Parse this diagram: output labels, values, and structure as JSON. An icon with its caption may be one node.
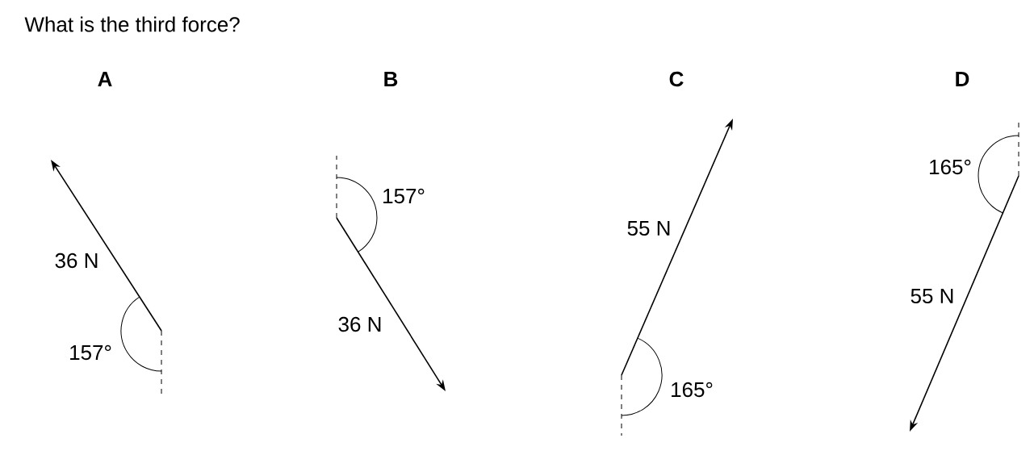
{
  "diagram": {
    "title": "What is the third force?",
    "labels": [
      "A",
      "B",
      "C",
      "D",
      "36 N",
      "157°",
      "157°",
      "36 N",
      "55 N",
      "165°",
      "165°",
      "55 N"
    ]
  }
}
